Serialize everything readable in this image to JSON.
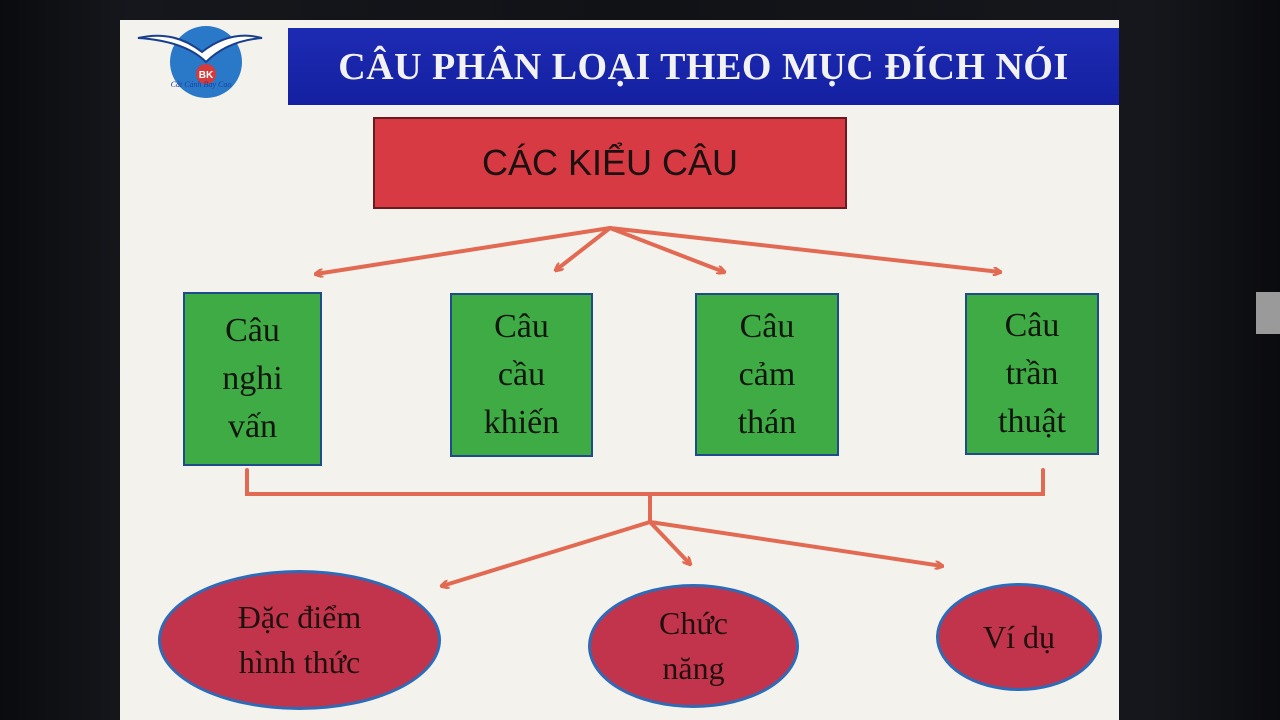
{
  "slide": {
    "title": "CÂU PHÂN LOẠI THEO MỤC ĐÍCH NÓI",
    "logo": {
      "monogram": "BK",
      "caption": "Cất Cánh Bay Cao"
    },
    "root": {
      "label": "CÁC KIỂU CÂU"
    },
    "types": [
      {
        "id": "nghi-van",
        "line1": "Câu",
        "line2": "nghi",
        "line3": "vấn"
      },
      {
        "id": "cau-khien",
        "line1": "Câu",
        "line2": "cầu",
        "line3": "khiến"
      },
      {
        "id": "cam-than",
        "line1": "Câu",
        "line2": "cảm",
        "line3": "thán"
      },
      {
        "id": "tran-thuat",
        "line1": "Câu",
        "line2": "trần",
        "line3": "thuật"
      }
    ],
    "aspects": [
      {
        "id": "dac-diem",
        "line1": "Đặc điểm",
        "line2": "hình thức"
      },
      {
        "id": "chuc-nang",
        "line1": "Chức",
        "line2": "năng"
      },
      {
        "id": "vi-du",
        "line1": "Ví dụ"
      }
    ]
  },
  "colors": {
    "title_bar": "#1a26ab",
    "root_fill": "#d73a43",
    "type_fill": "#3eab44",
    "aspect_fill": "#c2344c",
    "arrow": "#e26a53"
  }
}
